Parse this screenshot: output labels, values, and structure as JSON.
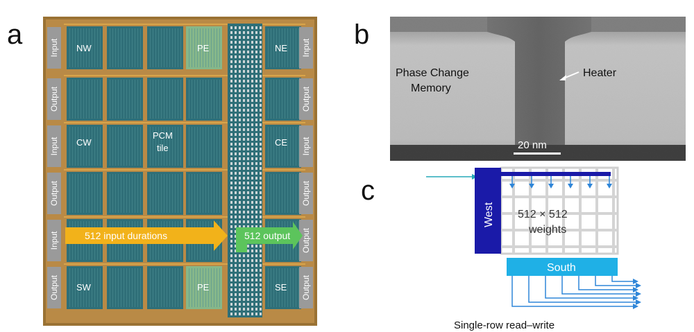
{
  "panel_labels": {
    "a": "a",
    "b": "b",
    "c": "c"
  },
  "panel_a": {
    "side_labels_left": [
      "Input",
      "Output",
      "Input",
      "Output",
      "Input",
      "Output"
    ],
    "side_labels_right": [
      "Input",
      "Output",
      "Input",
      "Output",
      "Output",
      "Output"
    ],
    "tile_labels": {
      "nw": "NW",
      "ne": "NE",
      "pe_top": "PE",
      "cw": "CW",
      "ce": "CE",
      "pcm_tile_line1": "PCM",
      "pcm_tile_line2": "tile",
      "sw": "SW",
      "se": "SE",
      "pe_bottom": "PE"
    },
    "input_arrow_label": "512 input durations",
    "output_arrow_label": "512 output",
    "colors": {
      "tile": "#2f6f78",
      "border": "#d9a54a",
      "chip_bg": "#a37a3a",
      "pe": "#86b78a",
      "input_arrow": "#f2b21a",
      "output_arrow": "#5cc45c"
    }
  },
  "panel_b": {
    "material_label_line1": "Phase Change",
    "material_label_line2": "Memory",
    "heater_label": "Heater",
    "scale_bar_label": "20 nm"
  },
  "panel_c": {
    "west_label": "West",
    "south_label": "South",
    "weights_line1": "512 × 512",
    "weights_line2": "weights",
    "caption": "Single-row read–write",
    "colors": {
      "west": "#1a1aa8",
      "south": "#1fb0e6",
      "arrow": "#2f86d8",
      "input_arrow": "#27a9b8"
    }
  }
}
